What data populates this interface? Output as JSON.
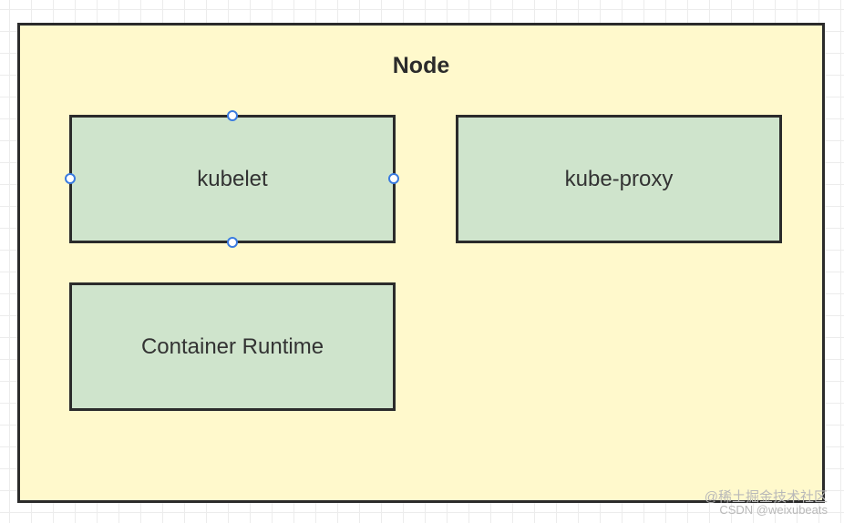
{
  "node": {
    "title": "Node"
  },
  "components": {
    "kubelet": "kubelet",
    "kube_proxy": "kube-proxy",
    "container_runtime": "Container Runtime"
  },
  "watermark": {
    "line1": "@稀土掘金技术社区",
    "line2": "CSDN @weixubeats"
  },
  "colors": {
    "node_fill": "#fff9cc",
    "component_fill": "#cfe4cc",
    "border": "#2b2b2b",
    "selection_handle": "#3a7be0"
  }
}
